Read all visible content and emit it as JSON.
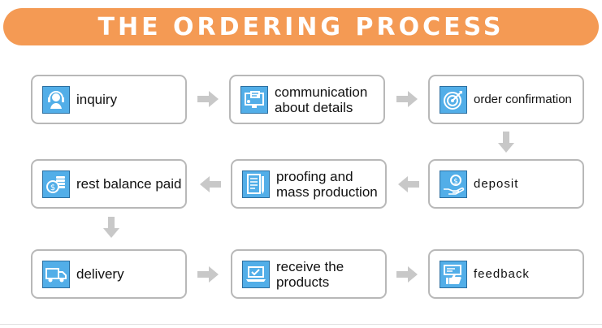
{
  "title": "THE ORDERING PROCESS",
  "steps": [
    {
      "label": "inquiry",
      "icon": "headset-icon"
    },
    {
      "label": "communication about details",
      "icon": "chat-monitor-icon"
    },
    {
      "label": "order confirmation",
      "icon": "target-icon"
    },
    {
      "label": "deposit",
      "icon": "hand-coin-icon"
    },
    {
      "label": "proofing and mass production",
      "icon": "document-pen-icon"
    },
    {
      "label": "rest balance paid",
      "icon": "coin-stack-icon"
    },
    {
      "label": "delivery",
      "icon": "truck-icon"
    },
    {
      "label": "receive the products",
      "icon": "laptop-check-icon"
    },
    {
      "label": "feedback",
      "icon": "thumbs-up-icon"
    }
  ],
  "colors": {
    "banner": "#f49a54",
    "icon_bg": "#52aee8",
    "arrow": "#c8c8c8",
    "border": "#b8b8b8"
  }
}
